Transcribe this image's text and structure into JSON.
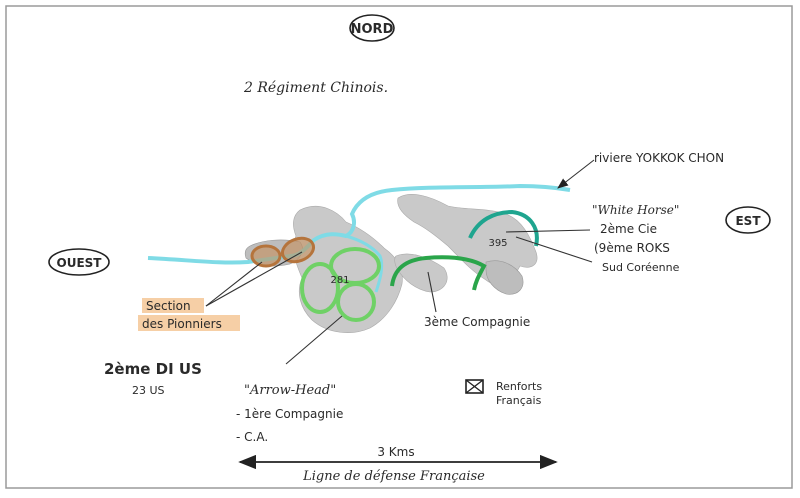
{
  "compass": {
    "north": "NORD",
    "west": "OUEST",
    "east": "EST"
  },
  "enemy_label": "2 Régiment Chinois.",
  "river_label": "riviere YOKKOK CHON",
  "hills": {
    "hill_281": "281",
    "hill_395": "395"
  },
  "units": {
    "white_horse": {
      "line1": "\"White Horse\"",
      "line2": "2ème Cie",
      "line3": "(9ème ROKS",
      "line4": "Sud Coréenne"
    },
    "third_company": "3ème Compagnie",
    "pioneers": {
      "line1": "Section",
      "line2": "des Pionniers"
    },
    "us_division": {
      "line1": "2ème DI US",
      "line2": "23 US"
    },
    "arrow_head": {
      "line1": "\"Arrow-Head\"",
      "line2": "- 1ère Compagnie",
      "line3": "- C.A."
    }
  },
  "legend": {
    "line1": "Renforts",
    "line2": "Français"
  },
  "scale": {
    "distance": "3 Kms",
    "caption": "Ligne de défense Française"
  },
  "colors": {
    "border": "#9a9a9a",
    "river": "#7fdbe6",
    "terrain": "#c9c9c9",
    "green": "#6fd166",
    "dark_green": "#2aa54a",
    "teal": "#1fa58f",
    "brown": "#b5743c",
    "pioneers_highlight": "#f6cfa6"
  }
}
